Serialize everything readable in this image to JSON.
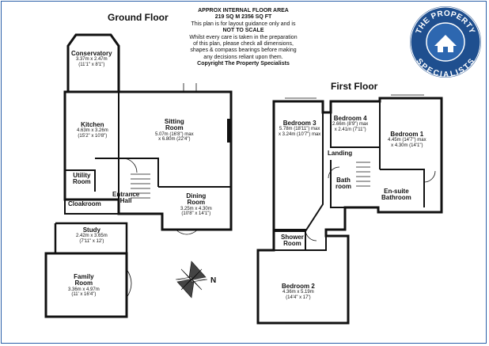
{
  "ground_floor": {
    "title": "Ground Floor",
    "rooms": [
      {
        "name": "Conservatory",
        "size_m": "3.37m x 2.47m",
        "size_ft": "(11'1\" x 8'1\")"
      },
      {
        "name": "Kitchen",
        "size_m": "4.63m x 3.26m",
        "size_ft": "(15'2\" x 10'8\")"
      },
      {
        "name": "Sitting",
        "name2": "Room",
        "size_m": "5.07m (16'8\") max",
        "size_ft": "x 6.80m (22'4\")"
      },
      {
        "name": "Utility",
        "name2": "Room"
      },
      {
        "name": "Entrance",
        "name2": "Hall"
      },
      {
        "name": "Cloakroom"
      },
      {
        "name": "Dining",
        "name2": "Room",
        "size_m": "3.25m x 4.30m",
        "size_ft": "(10'8\" x 14'1\")"
      },
      {
        "name": "Study",
        "size_m": "2.42m x 3.65m",
        "size_ft": "(7'11\" x 12')"
      },
      {
        "name": "Family",
        "name2": "Room",
        "size_m": "3.36m x 4.97m",
        "size_ft": "(11' x 16'4\")"
      }
    ]
  },
  "first_floor": {
    "title": "First Floor",
    "rooms": [
      {
        "name": "Bedroom 3",
        "size_m": "5.78m (18'11\") max",
        "size_ft": "x 3.24m (10'7\") max"
      },
      {
        "name": "Bedroom 4",
        "size_m": "2.66m (8'9\") max",
        "size_ft": "x 2.41m (7'11\")"
      },
      {
        "name": "Bedroom 1",
        "size_m": "4.45m (14'7\") max",
        "size_ft": "x 4.30m (14'1\")"
      },
      {
        "name": "Landing"
      },
      {
        "name": "Bath",
        "name2": "room"
      },
      {
        "name": "En-suite",
        "name2": "Bathroom"
      },
      {
        "name": "Shower",
        "name2": "Room"
      },
      {
        "name": "Bedroom 2",
        "size_m": "4.36m x 5.19m",
        "size_ft": "(14'4\" x 17')"
      }
    ]
  },
  "notice": {
    "heading": "APPROX INTERNAL FLOOR AREA",
    "area": "219 SQ M  2356 SQ FT",
    "line1": "This plan is for layout guidance only and is",
    "not_to_scale": "NOT TO SCALE",
    "line2": "Whilst every care is taken in the preparation",
    "line3": "of this plan, please check all dimensions,",
    "line4": "shapes & compass bearings before making",
    "line5": "any decisions reliant upon them.",
    "copyright": "Copyright The Property Specialists"
  },
  "logo": {
    "top_text": "THE PROPERTY",
    "bottom_text": "SPECIALISTS",
    "colors": {
      "ring": "#1f4f8f",
      "inner": "#2d67b0",
      "text": "#ffffff"
    }
  },
  "compass": {
    "label": "N"
  },
  "colors": {
    "wall": "#111111",
    "frame": "#2a5fa8"
  }
}
